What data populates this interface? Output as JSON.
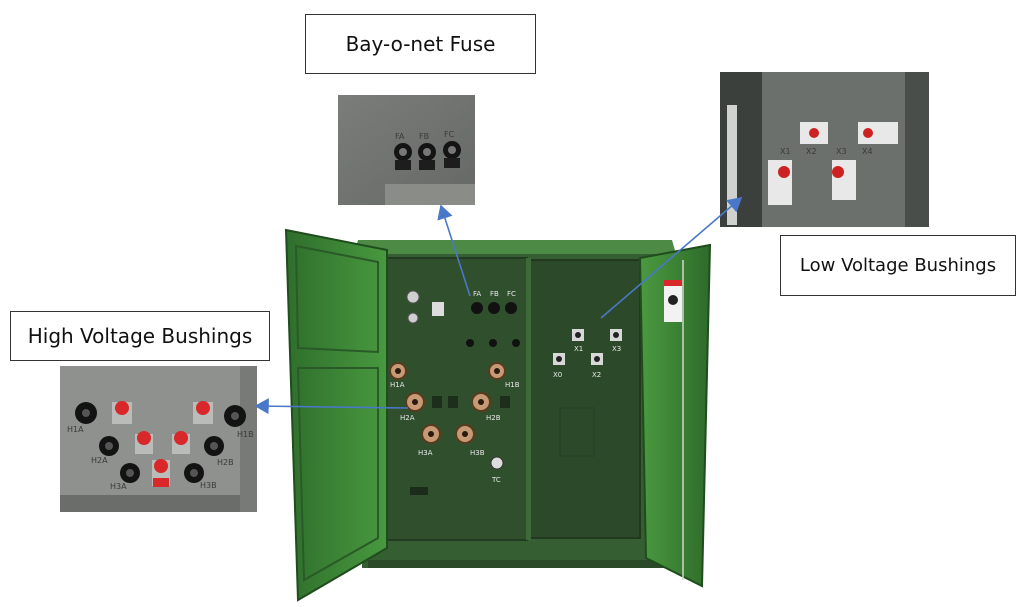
{
  "labels": {
    "fuse": "Bay-o-net Fuse",
    "low_voltage": "Low Voltage Bushings",
    "high_voltage": "High Voltage Bushings"
  },
  "fuse_tags": [
    "FA",
    "FB",
    "FC"
  ],
  "lv_tags": [
    "X1",
    "X2",
    "X3",
    "X4"
  ],
  "lv_cabinet_tags": [
    "X1",
    "X3",
    "X0",
    "X2"
  ],
  "hv_tags": [
    "H1A",
    "H1B",
    "H2A",
    "H2B",
    "H3A",
    "H3B"
  ],
  "hv_cabinet_tags": [
    "H1A",
    "H1B",
    "H2A",
    "H2B",
    "H3A",
    "H3B"
  ],
  "tc_tag": "TC",
  "colors": {
    "cabinet_green": "#3f7a3a",
    "door_green": "#3e8c3a",
    "panel_dark": "#2e4a2e",
    "arrow_blue": "#4a78c8",
    "bushing_red": "#d8282a"
  }
}
